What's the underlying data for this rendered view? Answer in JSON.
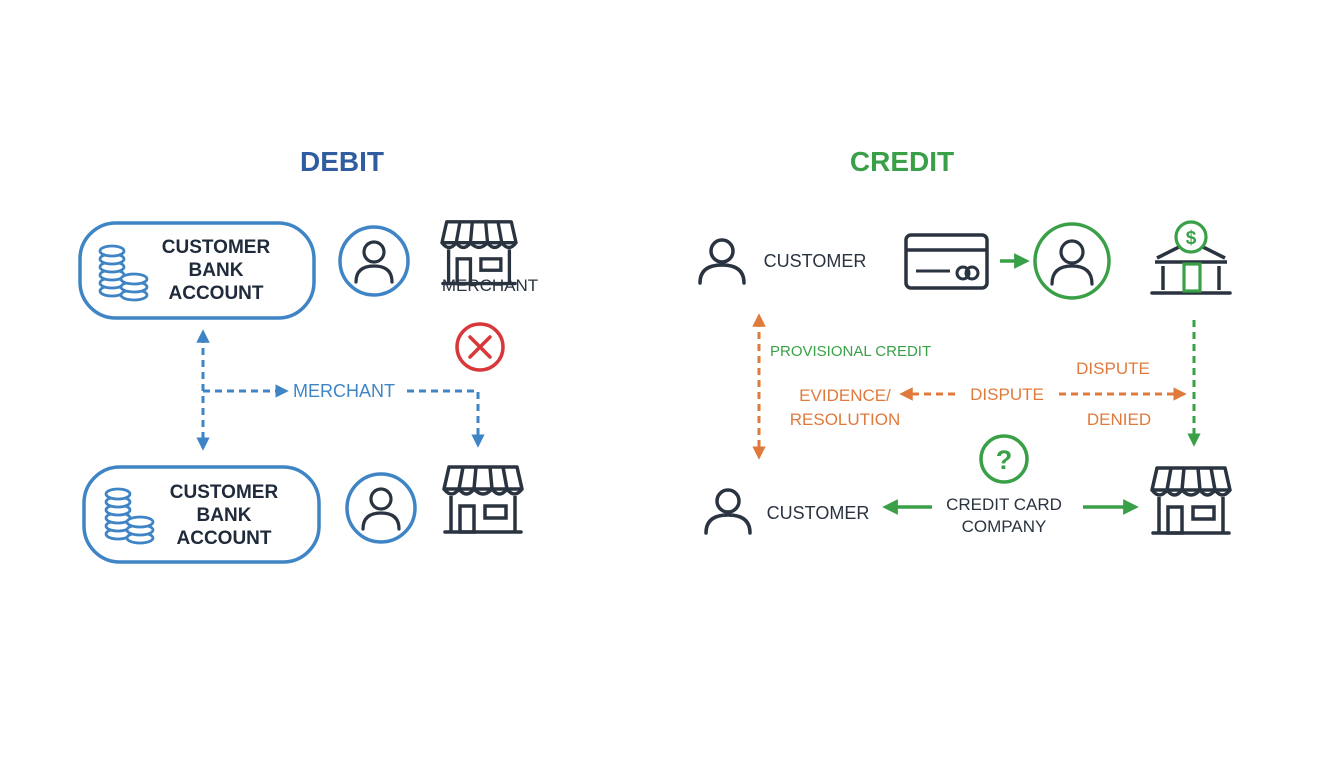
{
  "debit": {
    "title": "DEBIT",
    "account_top": "CUSTOMER\nBANK\nACCOUNT",
    "merchant_top": "MERCHANT",
    "flow_label": "MERCHANT",
    "account_bottom": "CUSTOMER\nBANK\nACCOUNT"
  },
  "credit": {
    "title": "CREDIT",
    "customer_top": "CUSTOMER",
    "provisional_credit": "PROVISIONAL CREDIT",
    "evidence_resolution": "EVIDENCE/\nRESOLUTION",
    "dispute_center": "DISPUTE",
    "dispute_right": "DISPUTE",
    "denied": "DENIED",
    "customer_bottom": "CUSTOMER",
    "company": "CREDIT CARD\nCOMPANY"
  },
  "icons": {
    "debit": [
      "coins-icon",
      "user-icon",
      "storefront-icon",
      "x-circle-icon"
    ],
    "credit": [
      "user-icon",
      "credit-card-icon",
      "bank-dollar-icon",
      "question-circle-icon",
      "storefront-icon"
    ]
  },
  "colors": {
    "debit_blue": "#2f5d9f",
    "line_blue": "#3f85c6",
    "credit_green": "#3aa048",
    "dispute_orange": "#e07a3c",
    "error_red": "#d9383a",
    "icon_dark": "#2a3340"
  }
}
